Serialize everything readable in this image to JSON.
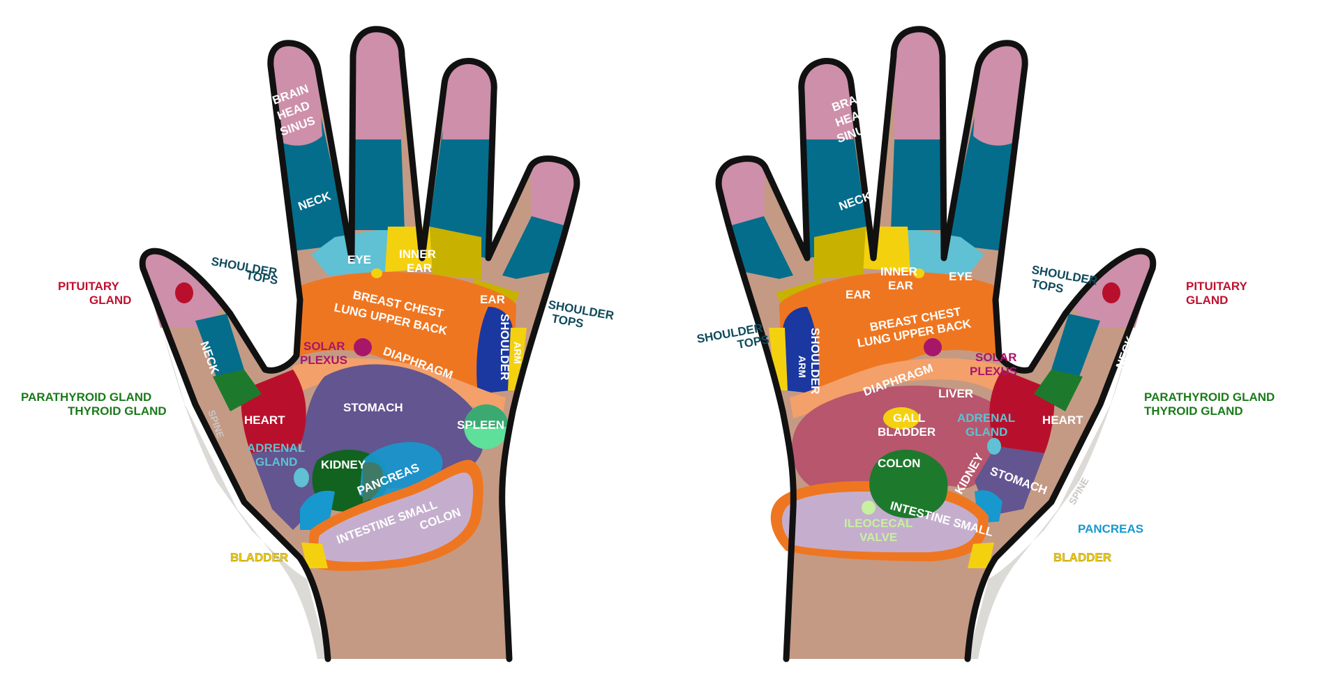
{
  "colors": {
    "outline": "#111111",
    "skin": "#c49a85",
    "fingertip": "#cd8fa9",
    "teal": "#046d8c",
    "dark_teal": "#0f4a5c",
    "light_blue": "#5fc1d3",
    "yellow": "#f4d10f",
    "olive": "#c9b100",
    "orange": "#ef7621",
    "light_orange": "#f4a06a",
    "purple": "#625590",
    "magenta": "#a8166a",
    "red": "#b8102c",
    "green": "#1d7a2c",
    "dark_green": "#11631f",
    "blue": "#1798cf",
    "navy": "#1a38a0",
    "lavender": "#c5aecd",
    "liver": "#b8566d",
    "spleen_green": "#5fe09a",
    "spine_grey": "#dcdad6",
    "light_green": "#c7f0a0",
    "crimson_text": "#c0102f",
    "green_text": "#1a7a1a"
  },
  "left_hand": {
    "external": {
      "pituitary_gland": [
        "PITUITARY",
        "GLAND"
      ],
      "shoulder_tops_1": [
        "SHOULDER",
        "TOPS"
      ],
      "shoulder_tops_2": [
        "SHOULDER",
        "TOPS"
      ],
      "parathyroid_thyroid": [
        "PARATHYROID GLAND",
        "THYROID GLAND"
      ],
      "bladder": "BLADDER"
    },
    "internal": {
      "brain": "BRAIN",
      "head": "HEAD",
      "sinus": "SINUS",
      "neck_finger": "NECK",
      "eye": "EYE",
      "inner_ear": [
        "INNER",
        "EAR"
      ],
      "ear": "EAR",
      "breast_chest": [
        "BREAST CHEST",
        "LUNG UPPER BACK"
      ],
      "shoulder": "SHOULDER",
      "arm": "ARM",
      "solar_plexus": [
        "SOLAR",
        "PLEXUS"
      ],
      "diaphragm": "DIAPHRAGM",
      "neck_thumb": "NECK",
      "heart": "HEART",
      "spine": "SPINE",
      "stomach": "STOMACH",
      "spleen": "SPLEEN",
      "adrenal_gland": [
        "ADRENAL",
        "GLAND"
      ],
      "kidney": "KIDNEY",
      "pancreas": "PANCREAS",
      "intestine_small": "INTESTINE SMALL",
      "colon": "COLON"
    }
  },
  "right_hand": {
    "external": {
      "shoulder_tops_1": [
        "SHOULDER",
        "TOPS"
      ],
      "shoulder_tops_2": [
        "SHOULDER",
        "TOPS"
      ],
      "pituitary_gland": [
        "PITUITARY",
        "GLAND"
      ],
      "parathyroid_thyroid": [
        "PARATHYROID GLAND",
        "THYROID GLAND"
      ],
      "pancreas": "PANCREAS",
      "bladder": "BLADDER"
    },
    "internal": {
      "brain": "BRAIN",
      "head": "HEAD",
      "sinus": "SINUS",
      "neck_finger": "NECK",
      "eye": "EYE",
      "inner_ear": [
        "INNER",
        "EAR"
      ],
      "ear": "EAR",
      "breast_chest": [
        "BREAST CHEST",
        "LUNG UPPER BACK"
      ],
      "shoulder": "SHOULDER",
      "arm": "ARM",
      "solar_plexus": [
        "SOLAR",
        "PLEXUS"
      ],
      "diaphragm": "DIAPHRAGM",
      "neck_thumb": "NECK",
      "heart": "HEART",
      "spine": "SPINE",
      "liver": "LIVER",
      "gall_bladder": [
        "GALL",
        "BLADDER"
      ],
      "adrenal_gland": [
        "ADRENAL",
        "GLAND"
      ],
      "colon": "COLON",
      "kidney": "KIDNEY",
      "stomach": "STOMACH",
      "intestine_small": "INTESTINE SMALL",
      "ileocecal_valve": [
        "ILEOCECAL",
        "VALVE"
      ]
    }
  }
}
